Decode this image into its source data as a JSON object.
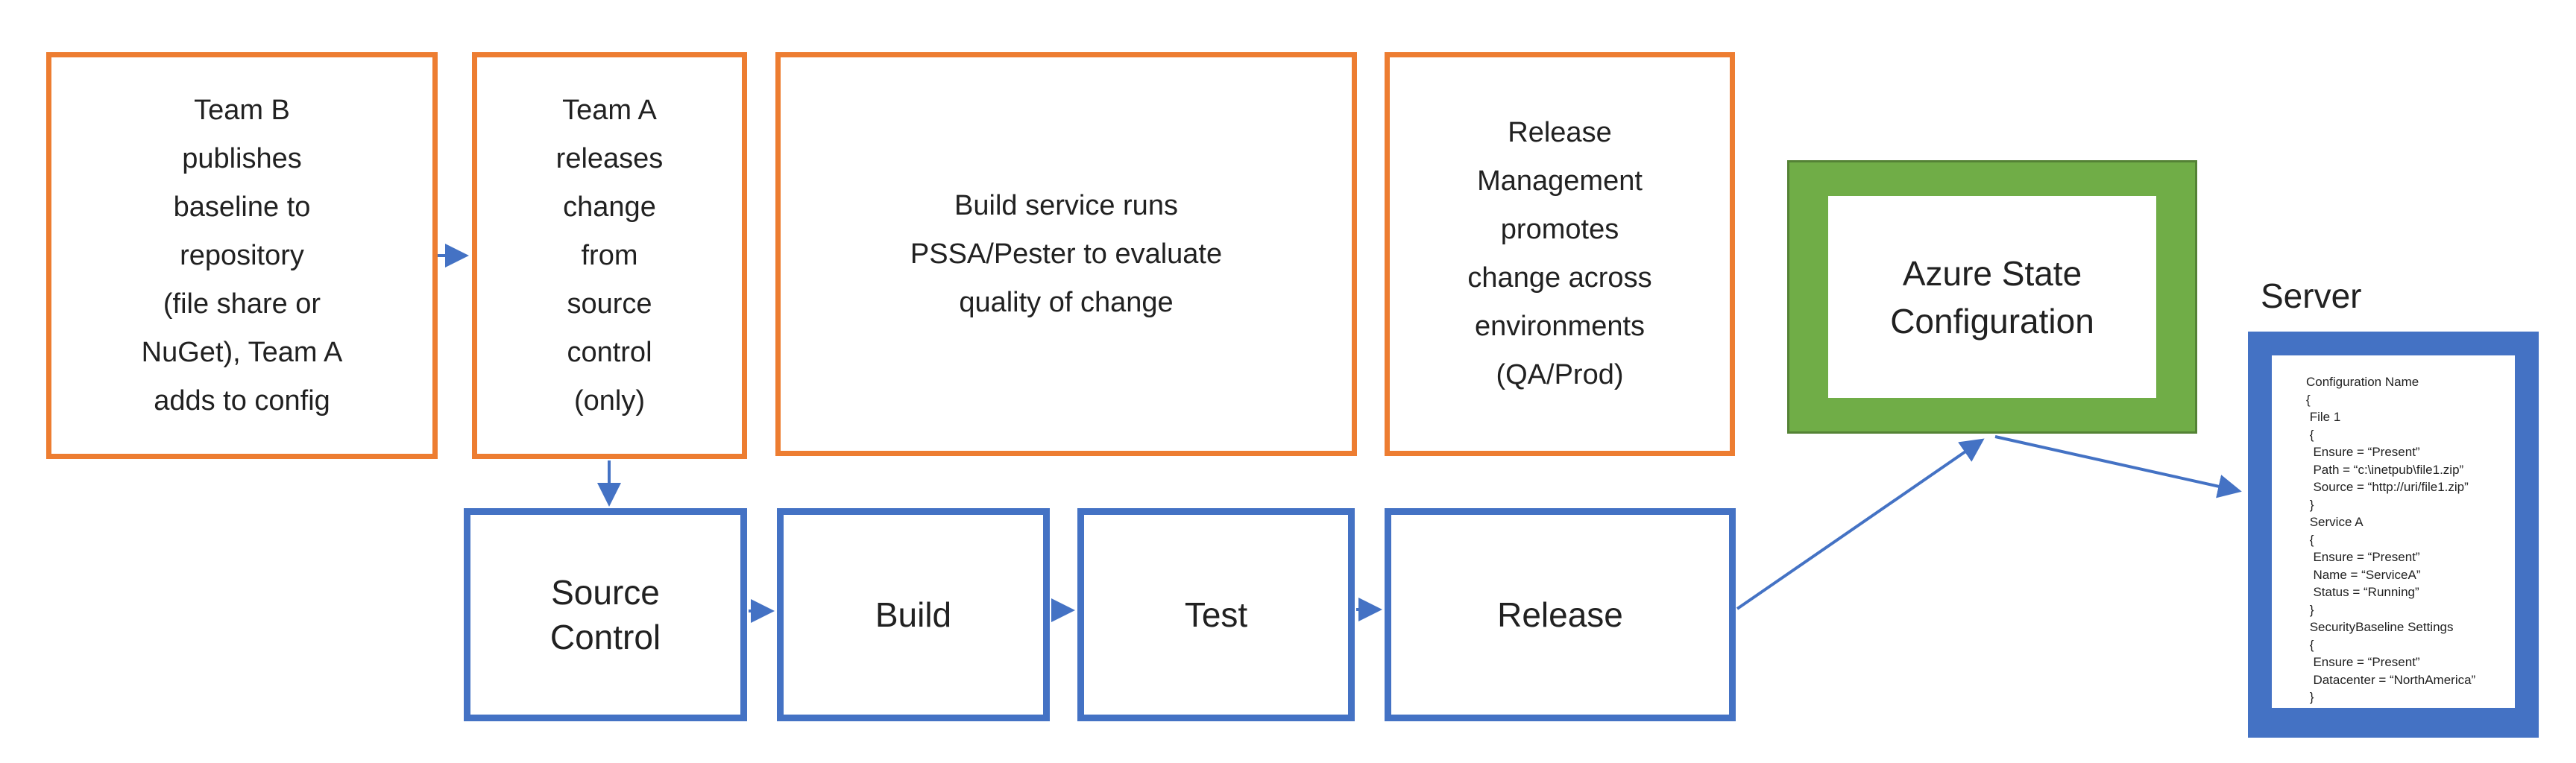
{
  "diagram": {
    "colors": {
      "orange_border": "#ED7D31",
      "blue_border": "#4472C4",
      "arrow_blue": "#4472C4",
      "green_fill": "#70AD47",
      "green_edge": "#548235",
      "text": "#212121"
    },
    "top_row": [
      {
        "label": "Team B\npublishes\nbaseline to\nrepository\n(file share or\nNuGet), Team A\nadds to config"
      },
      {
        "label": "Team A\nreleases\nchange\nfrom\nsource\ncontrol\n(only)"
      },
      {
        "label": "Build service runs\nPSSA/Pester to evaluate\nquality of change"
      },
      {
        "label": "Release\nManagement\npromotes\nchange across\nenvironments\n(QA/Prod)"
      }
    ],
    "pipeline_row": [
      {
        "label": "Source\nControl"
      },
      {
        "label": "Build"
      },
      {
        "label": "Test"
      },
      {
        "label": "Release"
      }
    ],
    "azure_box": {
      "label": "Azure State\nConfiguration"
    },
    "server": {
      "label": "Server",
      "config_text": "Configuration Name\n{\n File 1\n {\n  Ensure = “Present”\n  Path = “c:\\inetpub\\file1.zip”\n  Source = “http://uri/file1.zip”\n }\n Service A\n {\n  Ensure = “Present”\n  Name = “ServiceA”\n  Status = “Running”\n }\n SecurityBaseline Settings\n {\n  Ensure = “Present”\n  Datacenter = “NorthAmerica”\n }\n}"
    }
  }
}
